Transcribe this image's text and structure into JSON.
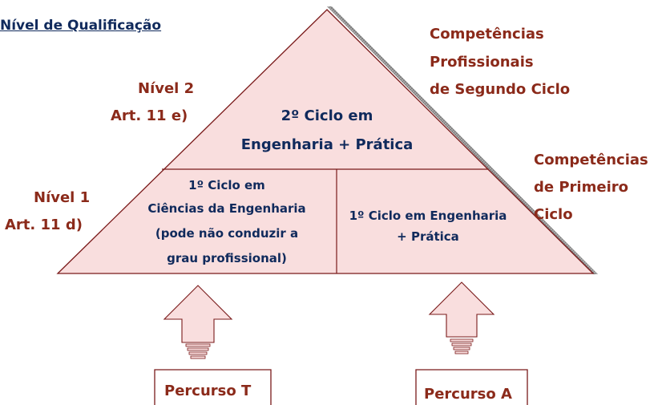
{
  "header": {
    "title": "Nível de Qualificação"
  },
  "levels": {
    "level2": {
      "line1": "Nível 2",
      "line2": "Art. 11 e)"
    },
    "level1": {
      "line1": "Nível 1",
      "line2": "Art. 11 d)"
    }
  },
  "competencies": {
    "second": [
      "Competências",
      "Profissionais",
      "de Segundo Ciclo"
    ],
    "first": [
      "Competências",
      "de Primeiro",
      "Ciclo"
    ]
  },
  "pyramid": {
    "top": [
      "2º Ciclo em",
      "Engenharia + Prática"
    ],
    "bottom_left": [
      "1º Ciclo em",
      "Ciências da Engenharia",
      "(pode não conduzir a",
      "grau profissional)"
    ],
    "bottom_right": [
      "1º Ciclo em Engenharia",
      "+ Prática"
    ]
  },
  "paths": {
    "t": "Percurso T",
    "a": "Percurso A"
  },
  "colors": {
    "fill": "#f9dede",
    "stroke": "#7a1a1a",
    "maroon_text": "#8b2a1a",
    "navy_text": "#102a5c",
    "shadow": "#9a9a9a"
  }
}
